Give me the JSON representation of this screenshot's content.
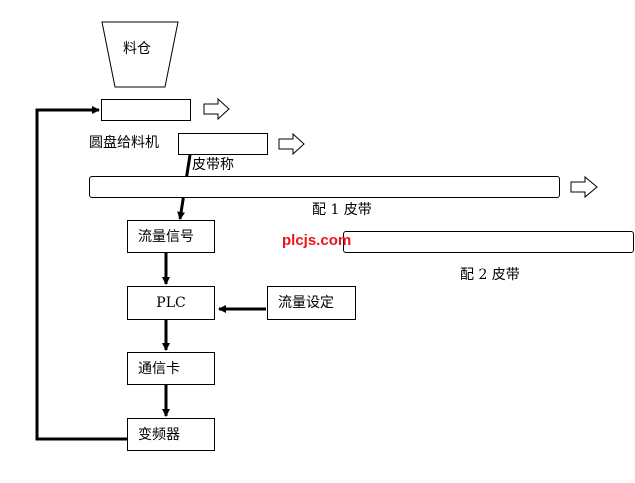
{
  "hopper": {
    "label": "料仓"
  },
  "disc_feeder": {
    "label": "圆盘给料机"
  },
  "belt_scale": {
    "label": "皮带称"
  },
  "belt_1": {
    "label": "配 1 皮带"
  },
  "belt_2": {
    "label": "配 2 皮带"
  },
  "flow_signal": {
    "label": "流量信号"
  },
  "plc": {
    "label": "PLC"
  },
  "flow_setpoint": {
    "label": "流量设定"
  },
  "comm_card": {
    "label": "通信卡"
  },
  "inverter": {
    "label": "变频器"
  },
  "watermark": {
    "text": "plcjs.com",
    "color": "#e8141b"
  },
  "colors": {
    "line": "#000000",
    "background": "#ffffff"
  }
}
